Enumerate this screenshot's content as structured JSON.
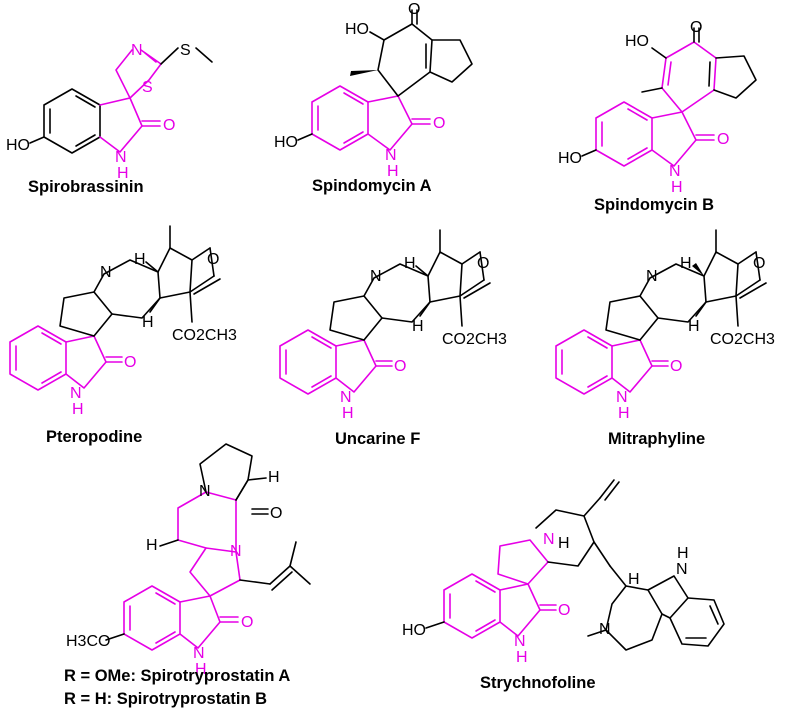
{
  "compounds": [
    {
      "id": "spirobrassinin",
      "name": "Spirobrassinin",
      "substituent": "HO",
      "heteroatoms": [
        "N",
        "S",
        "S",
        "O",
        "N",
        "H"
      ]
    },
    {
      "id": "spindomycin-a",
      "name": "Spindomycin A",
      "substituent": "HO",
      "heteroatoms": [
        "HO",
        "O",
        "O",
        "N",
        "H"
      ]
    },
    {
      "id": "spindomycin-b",
      "name": "Spindomycin B",
      "substituent": "HO",
      "heteroatoms": [
        "HO",
        "O",
        "O",
        "N",
        "H"
      ]
    },
    {
      "id": "pteropodine",
      "name": "Pteropodine",
      "ester": "CO2CH3",
      "heteroatoms": [
        "N",
        "H",
        "O",
        "H",
        "O",
        "N",
        "H"
      ]
    },
    {
      "id": "uncarine-f",
      "name": "Uncarine F",
      "ester": "CO2CH3",
      "heteroatoms": [
        "N",
        "H",
        "O",
        "H",
        "O",
        "N",
        "H"
      ]
    },
    {
      "id": "mitraphyline",
      "name": "Mitraphyline",
      "ester": "CO2CH3",
      "heteroatoms": [
        "N",
        "H",
        "O",
        "H",
        "O",
        "N",
        "H"
      ]
    },
    {
      "id": "spirotryprostatin",
      "substituent": "H3CO",
      "names": [
        "R = OMe: Spirotryprostatin A",
        "R = H: Spirotryprostatin B"
      ],
      "heteroatoms": [
        "N",
        "H",
        "O",
        "H",
        "N",
        "O",
        "N",
        "H"
      ]
    },
    {
      "id": "strychnofoline",
      "name": "Strychnofoline",
      "substituent": "HO",
      "heteroatoms": [
        "N",
        "H",
        "H",
        "N",
        "H",
        "N",
        "O",
        "N",
        "H"
      ]
    }
  ],
  "colors": {
    "scaffold": "#e600e6",
    "bonds": "#000000"
  }
}
